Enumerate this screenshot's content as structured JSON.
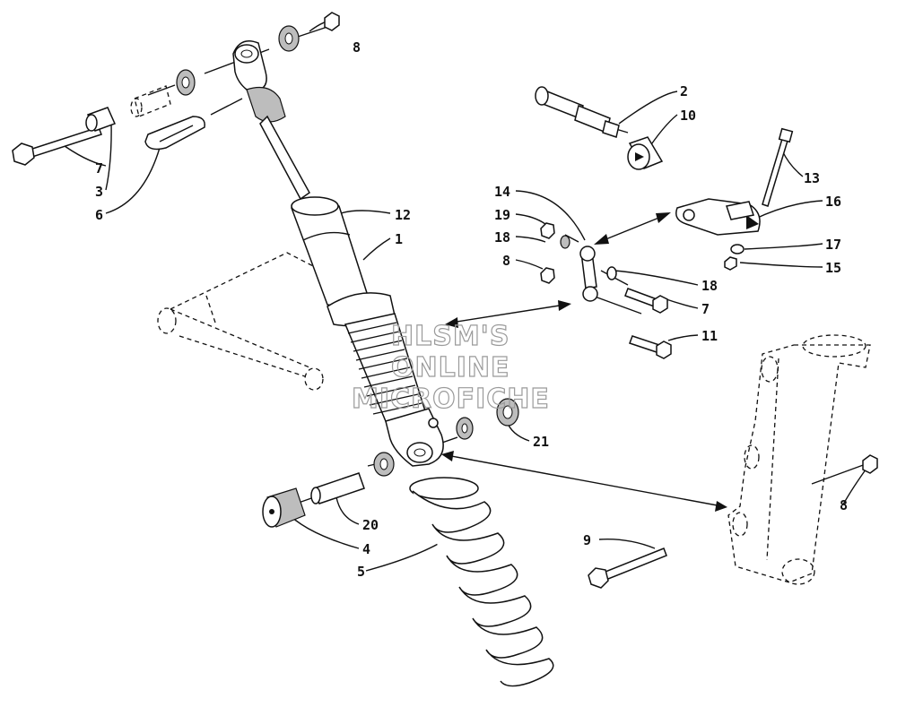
{
  "watermark": [
    "HLSM'S",
    "ONLINE",
    "MICROFICHE"
  ],
  "callouts": {
    "c1": "1",
    "c2": "2",
    "c3": "3",
    "c4": "4",
    "c5": "5",
    "c6": "6",
    "c7a": "7",
    "c7b": "7",
    "c8a": "8",
    "c8b": "8",
    "c8c": "8",
    "c9": "9",
    "c10": "10",
    "c11": "11",
    "c12": "12",
    "c13": "13",
    "c14": "14",
    "c15": "15",
    "c16": "16",
    "c17": "17",
    "c18a": "18",
    "c18b": "18",
    "c19": "19",
    "c20": "20",
    "c21": "21"
  }
}
